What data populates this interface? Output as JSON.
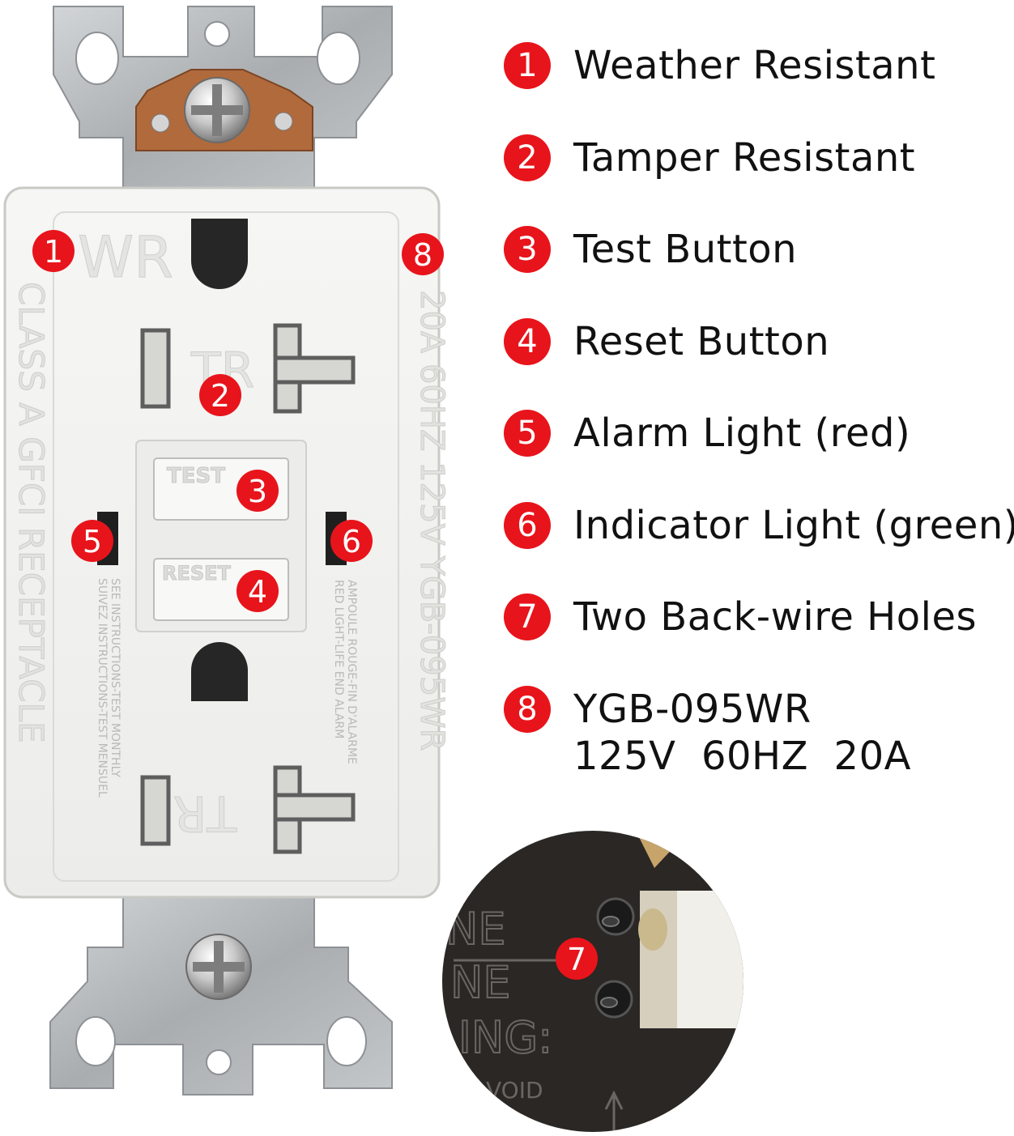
{
  "legend": [
    {
      "number": "1",
      "label": "Weather Resistant"
    },
    {
      "number": "2",
      "label": "Tamper Resistant"
    },
    {
      "number": "3",
      "label": "Test Button"
    },
    {
      "number": "4",
      "label": "Reset Button"
    },
    {
      "number": "5",
      "label": "Alarm Light (red)"
    },
    {
      "number": "6",
      "label": "Indicator Light (green)"
    },
    {
      "number": "7",
      "label": "Two Back-wire Holes"
    },
    {
      "number": "8",
      "label": "YGB-095WR",
      "label_line2": "125V  60HZ  20A"
    }
  ],
  "receptacle": {
    "wr_mark": "WR",
    "tr_mark_top": "TR",
    "tr_mark_bottom": "TR",
    "left_edge_text": "CLASS A    GFCI    RECEPTACLE",
    "right_edge_text": "20A    60HZ    125V    YGB-095WR",
    "test_button": "TEST",
    "reset_button": "RESET",
    "instructions_line1": "SEE INSTRUCTIONS-TEST MONTHLY",
    "instructions_line2": "SUIVEZ INSTRUCTIONS-TEST MENSUEL",
    "alarm_line1": "RED LIGHT-LIFE END ALARM",
    "alarm_line2": "AMPOULE ROUGE-FIN D'ALARME"
  },
  "inset": {
    "fragment_1": "NE",
    "fragment_2": "NE",
    "fragment_3": "ING:",
    "fragment_4": "VOID"
  },
  "colors": {
    "badge": "#e8141b",
    "plate": "#f4f4f1",
    "metal": "#b9bcbf",
    "copper": "#b06a3c"
  }
}
